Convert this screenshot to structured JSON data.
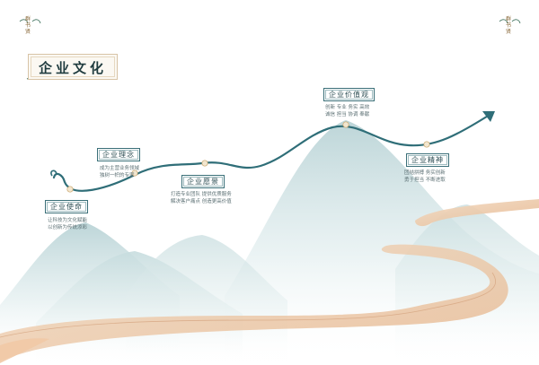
{
  "header": {
    "title": "企业文化"
  },
  "corner_marks": {
    "left": [
      "群",
      "书",
      "贤"
    ],
    "right": [
      "群",
      "书",
      "贤"
    ]
  },
  "stages": [
    {
      "label": "企业使命",
      "desc": [
        "让科技为文化赋能",
        "以创新为传统添彩"
      ]
    },
    {
      "label": "企业理念",
      "desc": [
        "成为主营业务领域",
        "独树一帜的专家"
      ]
    },
    {
      "label": "企业愿景",
      "desc": [
        "打造专业团队 提供优质服务",
        "解决客户痛点 创造更高价值"
      ]
    },
    {
      "label": "企业价值观",
      "desc": [
        "创新 专业 务实 高效",
        "诚信 担当 协调 奉献"
      ]
    },
    {
      "label": "企业精神",
      "desc": [
        "团结拼搏 务实创新",
        "勇于担当 不断进取"
      ]
    }
  ],
  "colors": {
    "curve": "#2f6e78",
    "mountain": "#cfe0e2",
    "road": "#e8c9a8",
    "title_text": "#1f3b3e"
  }
}
